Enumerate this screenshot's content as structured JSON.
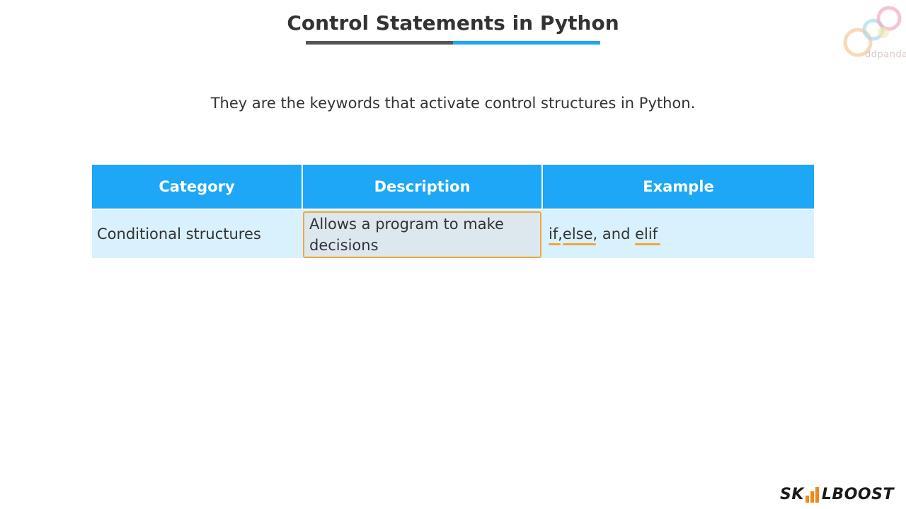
{
  "slide": {
    "title": "Control Statements in Python",
    "subtitle": "They are the keywords that activate control structures in Python."
  },
  "table": {
    "headers": [
      "Category",
      "Description",
      "Example"
    ],
    "rows": [
      {
        "category": "Conditional structures",
        "description": "Allows a program to make decisions",
        "example": {
          "kw1": "if",
          "sep1": ", ",
          "kw2": "else",
          "sep2": ", and ",
          "kw3": "elif"
        }
      }
    ]
  },
  "logos": {
    "top_right_text": "ddpanda",
    "brand_left": "SK",
    "brand_right": "LBOOST"
  },
  "colors": {
    "header_blue": "#1ea7f7",
    "row_bg": "#d9f1fc",
    "highlight_orange": "#f0a640",
    "title_underline_dark": "#555555",
    "title_underline_blue": "#1ea7f2"
  }
}
